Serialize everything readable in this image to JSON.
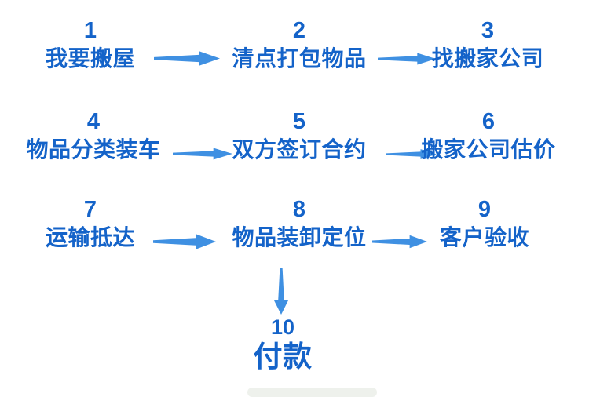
{
  "diagram": {
    "type": "flowchart",
    "title": "",
    "background": "#ffffff",
    "colors": {
      "step_text": "#1463c9",
      "arrow": "#3f90e2"
    },
    "steps": [
      {
        "number": "1",
        "label": "我要搬屋"
      },
      {
        "number": "2",
        "label": "清点打包物品"
      },
      {
        "number": "3",
        "label": "找搬家公司"
      },
      {
        "number": "4",
        "label": "物品分类装车"
      },
      {
        "number": "5",
        "label": "双方签订合约"
      },
      {
        "number": "6",
        "label": "搬家公司估价"
      },
      {
        "number": "7",
        "label": "运输抵达"
      },
      {
        "number": "8",
        "label": "物品装卸定位"
      },
      {
        "number": "9",
        "label": "客户验收"
      },
      {
        "number": "10",
        "label": "付款"
      }
    ],
    "connections": [
      {
        "from": "1",
        "to": "2",
        "direction": "right"
      },
      {
        "from": "2",
        "to": "3",
        "direction": "right"
      },
      {
        "from": "4",
        "to": "5",
        "direction": "right"
      },
      {
        "from": "5",
        "to": "6",
        "direction": "right"
      },
      {
        "from": "7",
        "to": "8",
        "direction": "right"
      },
      {
        "from": "8",
        "to": "9",
        "direction": "right"
      },
      {
        "from": "8",
        "to": "10",
        "direction": "down"
      }
    ]
  }
}
